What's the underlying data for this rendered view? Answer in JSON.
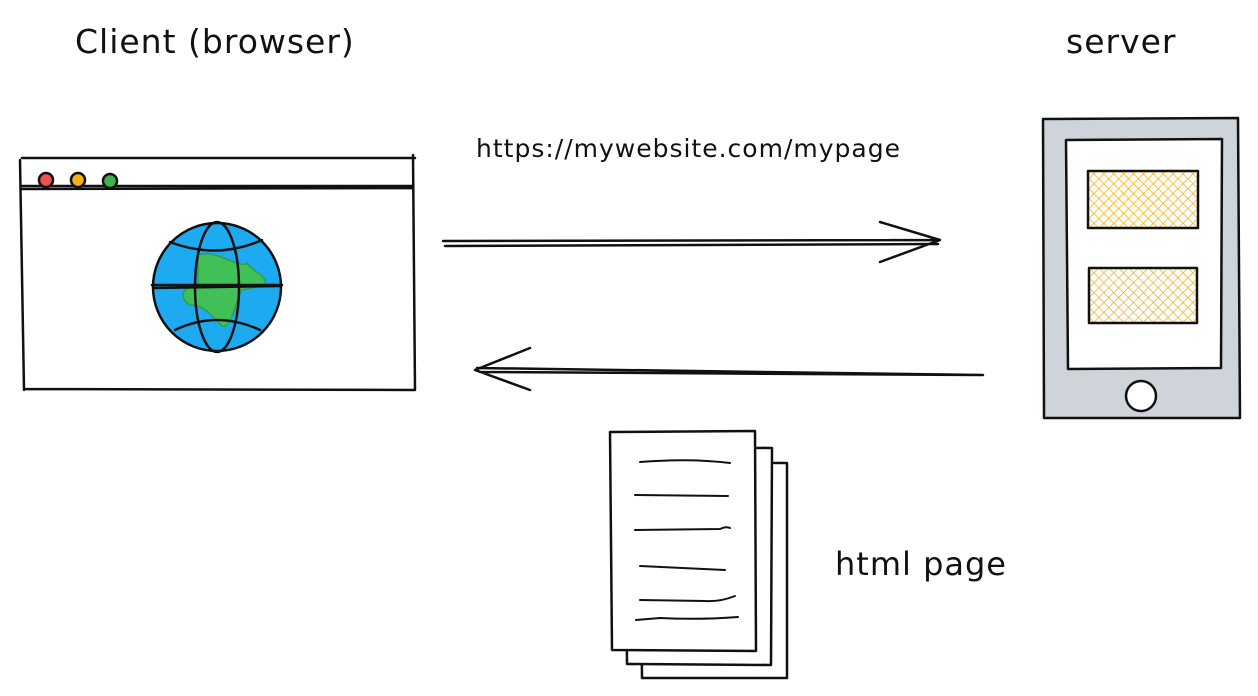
{
  "labels": {
    "client": "Client (browser)",
    "server": "server",
    "url": "https://mywebsite.com/mypage",
    "html_page": "html page"
  },
  "colors": {
    "stroke": "#111111",
    "dot_red": "#ef5350",
    "dot_yellow": "#f5b01a",
    "dot_green": "#3cb54a",
    "globe_ocean": "#1eaaf1",
    "globe_land": "#40c057",
    "server_body": "#ced4da",
    "server_blocks": "#f5c242"
  }
}
